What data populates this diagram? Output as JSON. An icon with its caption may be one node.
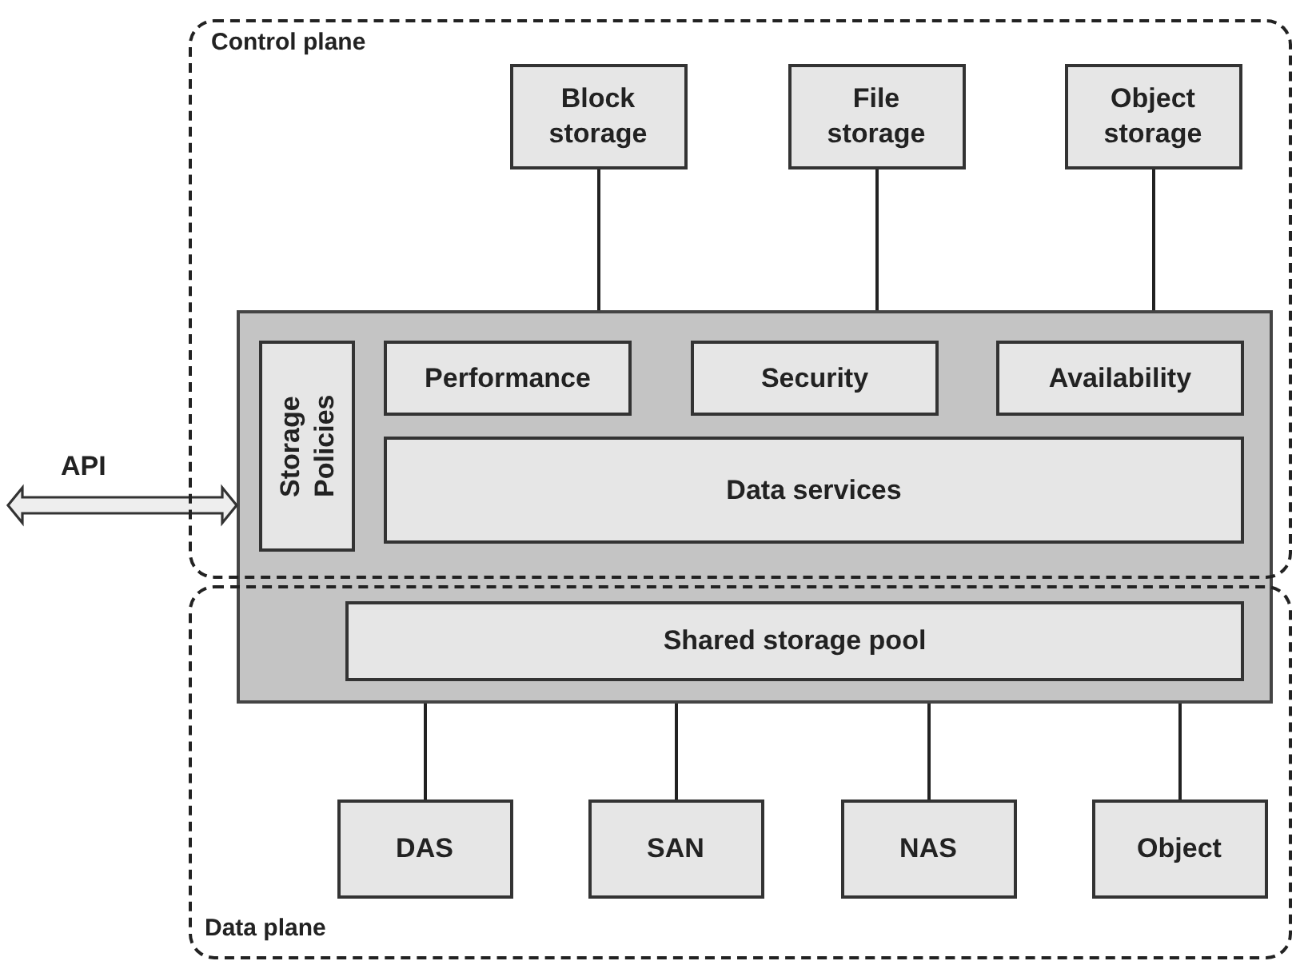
{
  "diagram": {
    "nodes": [
      {
        "text": [
          "Control plane"
        ]
      },
      {
        "text": [
          "Data plane"
        ]
      },
      {
        "text": [
          "Block storage"
        ],
        "in": 0
      },
      {
        "text": [
          "File storage"
        ],
        "in": 0
      },
      {
        "text": [
          "Object storage"
        ],
        "in": 0
      },
      {
        "text": [],
        "shape": "box"
      },
      {
        "text": [
          "Storage Policies"
        ]
      },
      {
        "text": [
          "Performance"
        ]
      },
      {
        "text": [
          "Security"
        ]
      },
      {
        "text": [
          "Availability"
        ]
      },
      {
        "text": [
          "Data services"
        ]
      },
      {
        "text": [
          "Shared storage pool"
        ]
      },
      {
        "text": [
          "DAS"
        ],
        "in": 1
      },
      {
        "text": [
          "SAN"
        ],
        "in": 1
      },
      {
        "text": [
          "NAS"
        ],
        "in": 1
      },
      {
        "text": [
          "Object"
        ],
        "in": 1
      }
    ],
    "edges": [
      {
        "from": 2,
        "to": 5,
        "arrow": "none"
      },
      {
        "from": 3,
        "to": 5,
        "arrow": "none"
      },
      {
        "from": 4,
        "to": 5,
        "arrow": "none"
      },
      {
        "from": 5,
        "to": 12,
        "arrow": "none"
      },
      {
        "from": 5,
        "to": 13,
        "arrow": "none"
      },
      {
        "from": 5,
        "to": 14,
        "arrow": "none"
      },
      {
        "from": 5,
        "to": 15,
        "arrow": "none"
      },
      {
        "from": null,
        "to": 5,
        "arrow": "both",
        "label": "API"
      }
    ]
  }
}
